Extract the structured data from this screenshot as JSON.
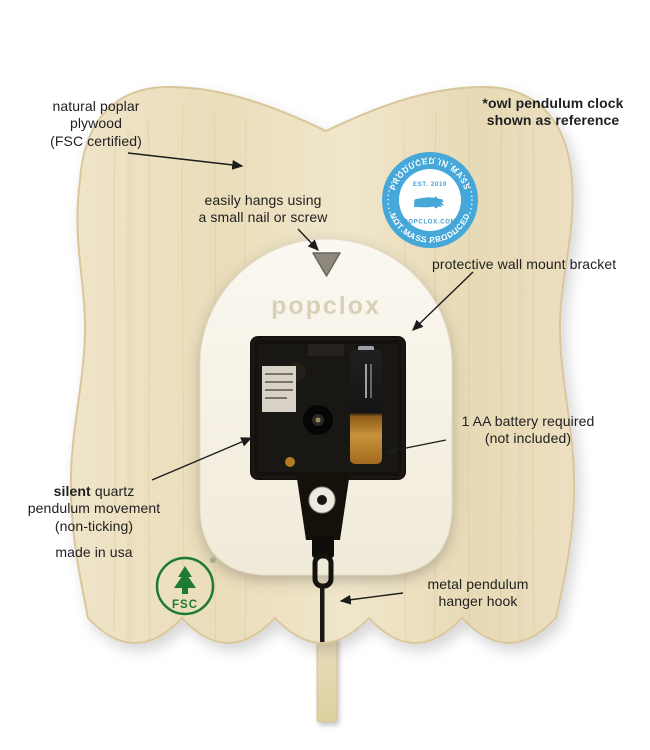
{
  "annotations": {
    "plywood": {
      "line1": "natural poplar",
      "line2": "plywood",
      "line3": "(FSC certified)"
    },
    "reference": {
      "line1": "*owl pendulum clock",
      "line2": "shown as reference"
    },
    "hanging": {
      "line1": "easily hangs using",
      "line2": "a small nail or screw"
    },
    "bracket": {
      "label": "protective wall mount bracket"
    },
    "battery": {
      "line1": "1 AA battery required",
      "line2": "(not included)"
    },
    "movement": {
      "bold_word": "silent",
      "line1_rest": " quartz",
      "line2": "pendulum movement",
      "line3": "(non-ticking)",
      "line4": "made in usa"
    },
    "hook": {
      "line1": "metal pendulum",
      "line2": "hanger hook"
    }
  },
  "badge": {
    "arc_top": "PRODUCED IN MASS",
    "arc_bottom": "NOT MASS PRODUCED",
    "est": "EST. 2010",
    "website": "POPCLOX.COM",
    "color": "#45a8d9"
  },
  "fsc_logo": {
    "label": "FSC",
    "registered": "®",
    "color": "#1e7a33"
  },
  "product": {
    "brand": "popclox"
  },
  "colors": {
    "wood": "#ebdfc0",
    "bracket": "#f6f2e8",
    "annotation_text": "#1f1f1f",
    "battery_copper": "#c9933c"
  }
}
